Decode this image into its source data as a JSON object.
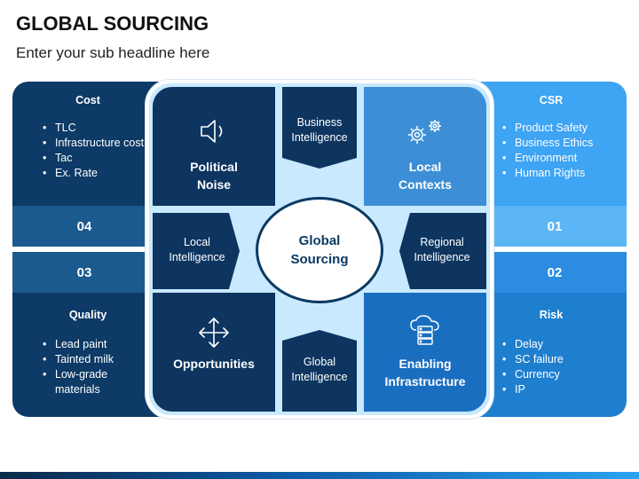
{
  "header": {
    "title": "GLOBAL SOURCING",
    "subtitle": "Enter your sub headline here"
  },
  "colors": {
    "dark_navy": "#0b3a62",
    "mid_blue": "#1f7fcf",
    "light_blue": "#3ea4f4",
    "pale_blue": "#c9e9ff",
    "card_dark": "#0d3560"
  },
  "panels": {
    "cost": {
      "title": "Cost",
      "items": [
        "TLC",
        "Infrastructure cost",
        "Tac",
        "Ex. Rate"
      ],
      "number": "04"
    },
    "csr": {
      "title": "CSR",
      "items": [
        "Product Safety",
        "Business Ethics",
        "Environment",
        "Human Rights"
      ],
      "number": "01"
    },
    "quality": {
      "title": "Quality",
      "items": [
        "Lead paint",
        "Tainted milk",
        "Low-grade materials"
      ],
      "number": "03"
    },
    "risk": {
      "title": "Risk",
      "items": [
        "Delay",
        "SC failure",
        "Currency",
        "IP"
      ],
      "number": "02"
    }
  },
  "cards": {
    "political_noise": {
      "label": "Political Noise",
      "icon": "speaker-icon"
    },
    "local_contexts": {
      "label": "Local Contexts",
      "icon": "gears-icon"
    },
    "opportunities": {
      "label": "Opportunities",
      "icon": "move-arrows-icon"
    },
    "enabling_infrastructure": {
      "label": "Enabling Infrastructure",
      "icon": "cloud-server-icon"
    }
  },
  "intelligence": {
    "business": "Business Intelligence",
    "local": "Local Intelligence",
    "regional": "Regional Intelligence",
    "global": "Global Intelligence"
  },
  "center": {
    "label": "Global Sourcing"
  }
}
